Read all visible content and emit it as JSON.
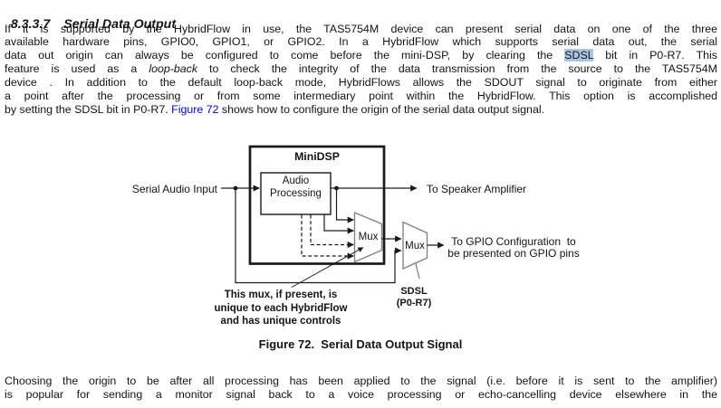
{
  "document": {
    "heading": {
      "number": "8.3.3.7",
      "title": "Serial Data Output"
    },
    "paragraph1_lines": [
      [
        {
          "t": "If it is supported by the HybridFlow in use, the TAS5754M device can present serial data on one of the three"
        }
      ],
      [
        {
          "t": "available hardware pins, GPIO0, GPIO1, or GPIO2. In a HybridFlow which supports serial data out, the serial"
        }
      ],
      [
        {
          "t": "data out origin can always be configured to come before the mini-DSP, by clearing the "
        },
        {
          "t": "SDSL",
          "s": "hl"
        },
        {
          "t": " bit in P0-R7. This"
        }
      ],
      [
        {
          "t": "feature is used as a "
        },
        {
          "t": "loop-back",
          "s": "it"
        },
        {
          "t": " to check the integrity of the data transmission from the source to the TAS5754M"
        }
      ],
      [
        {
          "t": "device . In addition to the default loop-back mode, HybridFlows allows the SDOUT signal to originate from either"
        }
      ],
      [
        {
          "t": "a point after the processing or from some intermediary point within the HybridFlow. This option is accomplished"
        }
      ],
      [
        {
          "t": "by setting the SDSL bit in P0-R7. "
        },
        {
          "t": "Figure 72",
          "s": "link"
        },
        {
          "t": " shows how to configure the origin of the serial data output signal."
        }
      ]
    ],
    "figure": {
      "labels": {
        "serial_audio_input": "Serial Audio Input",
        "minidsp": "MiniDSP",
        "audio_processing": "Audio\nProcessing",
        "mux1": "Mux",
        "mux2": "Mux",
        "to_speaker": "To Speaker Amplifier",
        "to_gpio": "To GPIO Configuration  to\nbe presented on GPIO pins",
        "sdsl_control": "SDSL\n(P0-R7)",
        "mux_note": "This mux, if present, is\nunique to each HybridFlow\nand has unique controls"
      },
      "caption": "Figure 72.  Serial Data Output Signal"
    },
    "paragraph2_lines": [
      [
        {
          "t": "Choosing the origin to be after all processing has been applied to the signal (i.e. before it is sent to the amplifier)"
        }
      ],
      [
        {
          "t": "is popular for sending a monitor signal back to a voice processing or echo-cancelling device elsewhere in the"
        }
      ]
    ],
    "colors": {
      "selection_highlight": "#a9c7e4",
      "link_blue": "#0000ee",
      "mux_stroke_gray": "#848484",
      "text": "#141414"
    }
  }
}
